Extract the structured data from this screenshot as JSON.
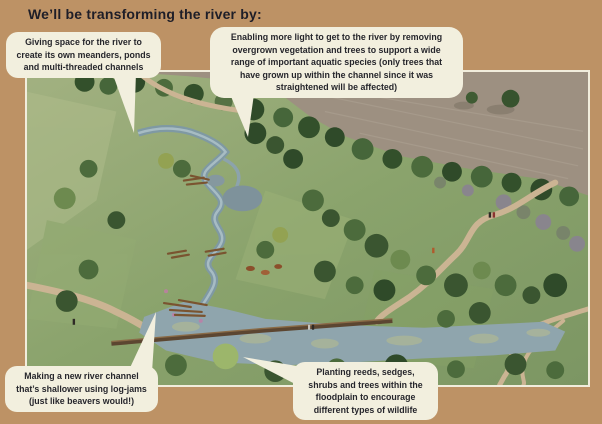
{
  "title": "We’ll be transforming the river by:",
  "palette": {
    "background": "#BD9265",
    "bubble": "#F2EFDE",
    "text": "#26262C",
    "image_border": "#F1EDDC"
  },
  "callouts": [
    {
      "name": "meanders",
      "text": "Giving space for the river to\ncreate its own meanders, ponds\nand multi-threaded channels"
    },
    {
      "name": "more-light",
      "text": "Enabling more light to get to the river by removing\novergrown vegetation and trees to support a wide\nrange of important aquatic species (only trees that\nhave grown up within the channel since it was\nstraightened will be affected)"
    },
    {
      "name": "log-jams",
      "text": "Making a new river channel\nthat’s shallower using log-jams\n(just like beavers would!)"
    },
    {
      "name": "planting",
      "text": "Planting reeds, sedges,\nshrubs and trees within the\nfloodplain to encourage\ndifferent types of wildlife"
    }
  ],
  "illustration": {
    "elements": [
      "meandering river",
      "ponds",
      "log-jams",
      "boardwalk bridge",
      "footpaths",
      "walkers",
      "cattle",
      "trees and hedgerows",
      "ploughed field",
      "wetland with reeds"
    ]
  }
}
